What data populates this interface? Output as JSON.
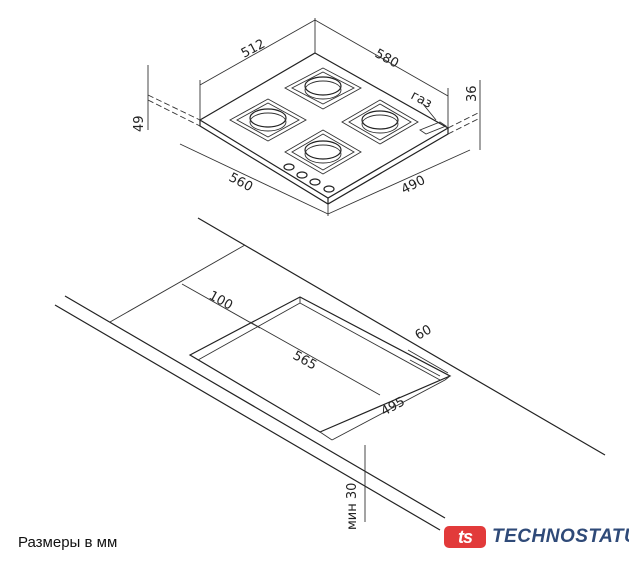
{
  "dimensions": {
    "hob_depth": "512",
    "hob_width": "580",
    "hob_height": "49",
    "hob_inset_height": "36",
    "cutout_width_outer": "560",
    "cutout_depth_outer": "490",
    "gas_label": "газ",
    "back_offset": "100",
    "side_offset": "60",
    "cutout_width": "565",
    "cutout_depth": "495",
    "min_thickness": "мин 30"
  },
  "caption": "Размеры в мм",
  "logo": {
    "mark": "ts",
    "text": "TECHNOSTATUS",
    "mark_color": "#e23a3a",
    "text_color": "#2f4a78"
  }
}
